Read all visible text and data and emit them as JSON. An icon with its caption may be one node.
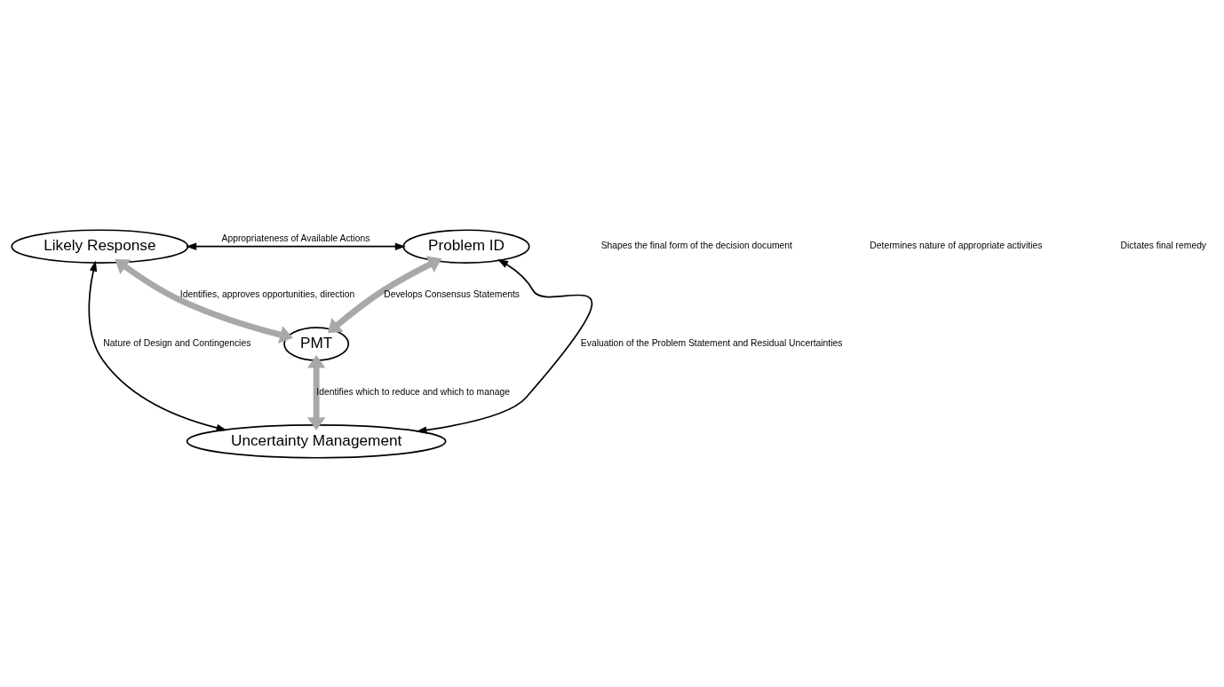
{
  "diagram": {
    "nodes": [
      {
        "text": [
          "Likely Response"
        ]
      },
      {
        "text": [
          "Problem ID"
        ]
      },
      {
        "text": [
          "PMT"
        ]
      },
      {
        "text": [
          "Uncertainty Management"
        ]
      }
    ],
    "edges": [
      {
        "from": 0,
        "to": 1,
        "arrow": "both",
        "label": "Appropriateness of Available Actions"
      },
      {
        "from": 0,
        "to": 2,
        "arrow": "both",
        "label": "Identifies, approves opportunities, direction",
        "style": "thick",
        "color": "#a8a8a8"
      },
      {
        "from": 1,
        "to": 2,
        "arrow": "both",
        "label": "Develops Consensus Statements",
        "style": "thick",
        "color": "#a8a8a8"
      },
      {
        "from": 2,
        "to": 3,
        "arrow": "both",
        "label": "Identifies which to reduce and which to manage",
        "style": "thick",
        "color": "#a8a8a8"
      },
      {
        "from": 0,
        "to": 3,
        "arrow": "both",
        "label": "Nature of Design and Contingencies"
      },
      {
        "from": 3,
        "to": 1,
        "arrow": "both",
        "label": "Evaluation of the Problem Statement and Residual Uncertainties"
      }
    ],
    "labels": [
      "Shapes the final form of the decision document",
      "Determines nature of appropriate activities",
      "Dictates final remedy"
    ]
  }
}
